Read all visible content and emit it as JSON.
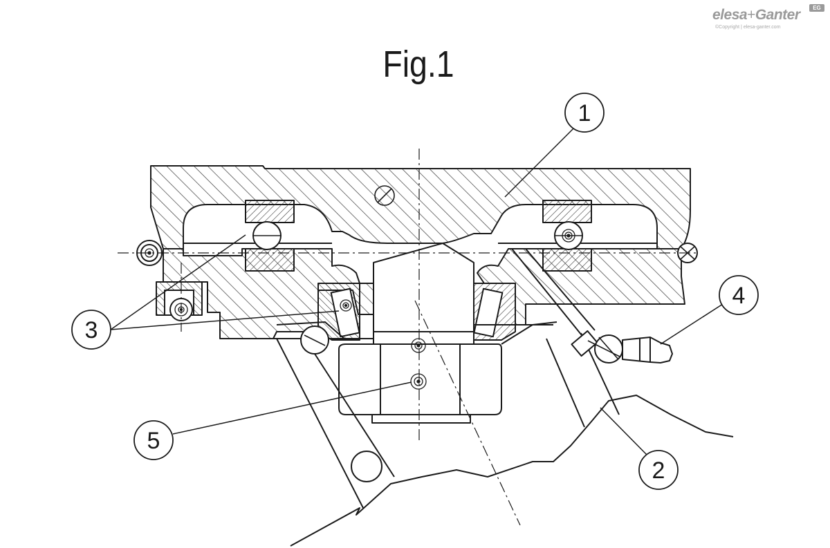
{
  "figure": {
    "title": "Fig.1"
  },
  "logo": {
    "brand_left": "elesa",
    "brand_plus": "+",
    "brand_right": "Ganter",
    "badge": "EG",
    "copyright": "©Copyright | elesa-ganter.com"
  },
  "callouts": [
    {
      "id": "1",
      "label": "1"
    },
    {
      "id": "2",
      "label": "2"
    },
    {
      "id": "3",
      "label": "3"
    },
    {
      "id": "4",
      "label": "4"
    },
    {
      "id": "5",
      "label": "5"
    }
  ],
  "colors": {
    "line": "#1a1a1a",
    "hatch": "#3a3a3a",
    "logo_gray": "#9a9a9a"
  }
}
